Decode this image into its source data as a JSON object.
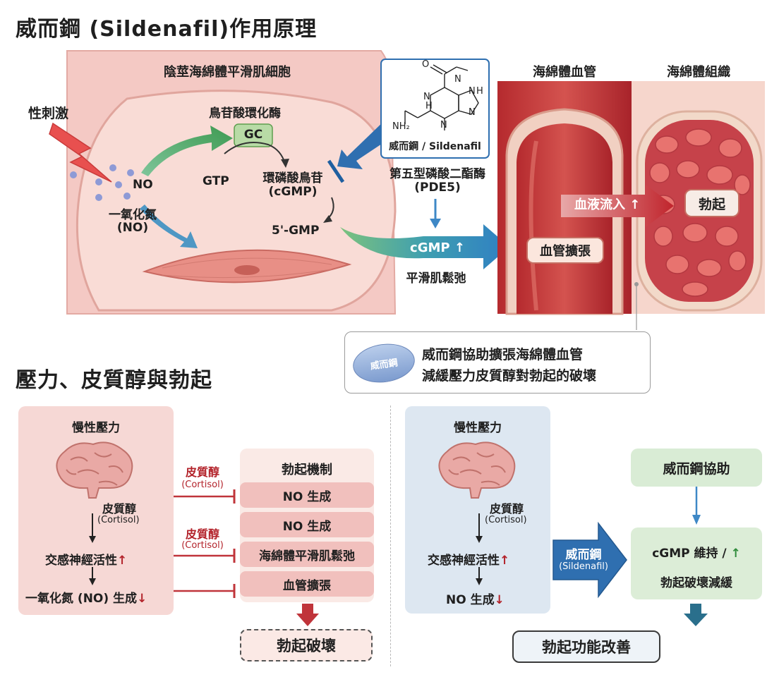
{
  "top": {
    "title": "威而鋼 (Sildenafil)作用原理",
    "cell_label": "陰莖海綿體平滑肌細胞",
    "stimulus": "性刺激",
    "gc_enzyme": "鳥苷酸環化酶",
    "gc": "GC",
    "gtp": "GTP",
    "no_short": "NO",
    "no_full": "一氧化氮",
    "no_abbr": "(NO)",
    "cgmp_name": "環磷酸鳥苷",
    "cgmp_abbr": "(cGMP)",
    "gmp": "5'-GMP",
    "drug_caption": "威而鋼 / Sildenafil",
    "mol_n1": "N",
    "mol_n2": "N",
    "mol_n3": "N",
    "mol_n4": "N",
    "mol_nh": "N",
    "mol_h1": "H",
    "mol_h2": "H",
    "mol_o": "O",
    "mol_nh2": "NH₂",
    "pde5_name": "第五型磷酸二酯酶",
    "pde5_abbr": "(PDE5)",
    "cgmp_up": "cGMP ↑",
    "relax": "平滑肌鬆弛",
    "vessel_label": "海綿體血管",
    "tissue_label": "海綿體組織",
    "dilate": "血管擴張",
    "flow": "血液流入 ↑",
    "erection": "勃起",
    "pill_text": "威而鋼",
    "callout_line1": "威而鋼協助擴張海綿體血管",
    "callout_line2": "減緩壓力皮質醇對勃起的破壞"
  },
  "bottom": {
    "title": "壓力、皮質醇與勃起",
    "left": {
      "stress": "慢性壓力",
      "cortisol": "皮質醇",
      "cortisol_en": "(Cortisol)",
      "sympathetic": "交感神經活性",
      "up": "↑",
      "no_prod": "一氧化氮 (NO) 生成",
      "down": "↓",
      "inhib1": "皮質醇",
      "inhib1_en": "(Cortisol)",
      "inhib2": "皮質醇",
      "inhib2_en": "(Cortisol)",
      "mech_title": "勃起機制",
      "mech_items": [
        "NO 生成",
        "NO 生成",
        "海綿體平滑肌鬆弛",
        "血管擴張"
      ],
      "result": "勃起破壞"
    },
    "right": {
      "stress": "慢性壓力",
      "cortisol": "皮質醇",
      "cortisol_en": "(Cortisol)",
      "sympathetic": "交感神經活性",
      "up": "↑",
      "no_prod": "NO 生成",
      "down": "↓",
      "drug": "威而鋼",
      "drug_en": "(Sildenafil)",
      "assist": "威而鋼協助",
      "maintain": "cGMP 維持 /",
      "maintain_up": "↑",
      "slow": "勃起破壞減緩",
      "result": "勃起功能改善"
    }
  }
}
